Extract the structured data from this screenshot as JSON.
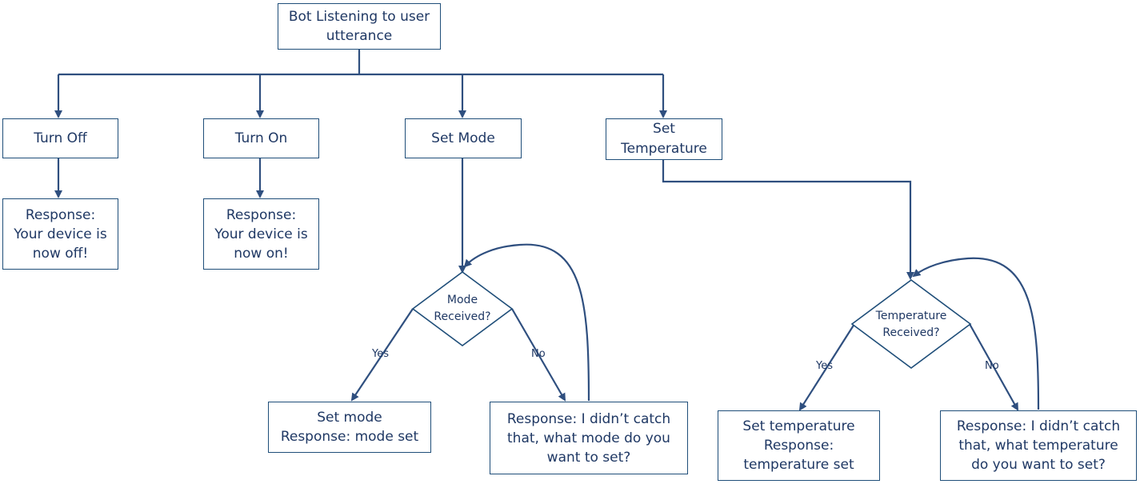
{
  "nodes": {
    "root": "Bot Listening to user\nutterance",
    "turn_off": "Turn Off",
    "turn_on": "Turn On",
    "set_mode": "Set Mode",
    "set_temperature": "Set\nTemperature",
    "resp_off": "Response:\nYour device is\nnow off!",
    "resp_on": "Response:\nYour device is\nnow on!",
    "mode_decision": "Mode\nReceived?",
    "mode_yes_result": "Set mode\nResponse: mode set",
    "mode_no_result": "Response: I didn’t catch\nthat, what mode do you\nwant to set?",
    "temp_decision": "Temperature\nReceived?",
    "temp_yes_result": "Set temperature\nResponse:\ntemperature set",
    "temp_no_result": "Response: I didn’t catch\nthat, what temperature\ndo you want to set?"
  },
  "edge_labels": {
    "mode_yes": "Yes",
    "mode_no": "No",
    "temp_yes": "Yes",
    "temp_no": "No"
  },
  "colors": {
    "line": "#2f4f7f",
    "border": "#1f4e79",
    "text": "#1f3864"
  }
}
